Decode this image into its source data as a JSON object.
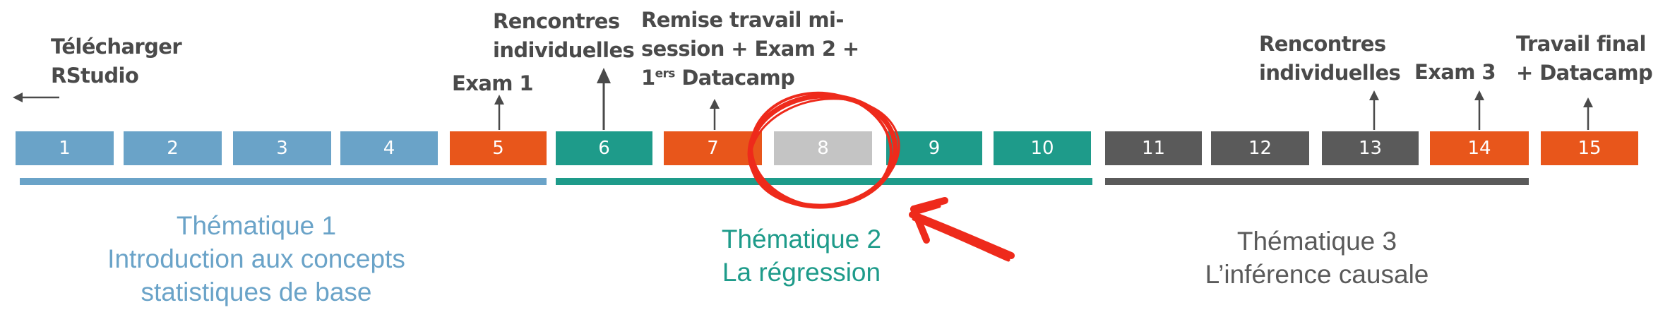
{
  "colors": {
    "blue": "#6aa3c8",
    "orange": "#e8561b",
    "teal": "#1e9b8a",
    "grey_dark": "#5a5a5a",
    "grey_light": "#c4c4c4",
    "text_dark": "#4a4a4a",
    "highlight_red": "#ee2a1b"
  },
  "timeline": {
    "weeks": [
      {
        "label": "1",
        "color": "blue"
      },
      {
        "label": "2",
        "color": "blue"
      },
      {
        "label": "3",
        "color": "blue"
      },
      {
        "label": "4",
        "color": "blue"
      },
      {
        "label": "5",
        "color": "orange"
      },
      {
        "label": "6",
        "color": "teal"
      },
      {
        "label": "7",
        "color": "orange"
      },
      {
        "label": "8",
        "color": "grey_light"
      },
      {
        "label": "9",
        "color": "teal"
      },
      {
        "label": "10",
        "color": "teal"
      },
      {
        "label": "11",
        "color": "grey_dark"
      },
      {
        "label": "12",
        "color": "grey_dark"
      },
      {
        "label": "13",
        "color": "grey_dark"
      },
      {
        "label": "14",
        "color": "orange"
      },
      {
        "label": "15",
        "color": "orange"
      }
    ]
  },
  "annotations": {
    "download": {
      "line1": "Télécharger",
      "line2": "RStudio"
    },
    "exam1": "Exam 1",
    "meetings_a": {
      "line1": "Rencontres",
      "line2": "individuelles"
    },
    "midterm": {
      "line1": "Remise travail mi-",
      "line2": "session + Exam 2 +",
      "line3_num": "1",
      "line3_sup": "ers",
      "line3_rest": " Datacamp"
    },
    "meetings_b": {
      "line1": "Rencontres",
      "line2": "individuelles"
    },
    "exam3": "Exam 3",
    "final": {
      "line1": "Travail final",
      "line2": "+ Datacamp"
    }
  },
  "themes": [
    {
      "line1": "Thématique 1",
      "line2": "Introduction aux concepts",
      "line3": "statistiques de base",
      "color": "#6aa3c8"
    },
    {
      "line1": "Thématique 2",
      "line2": "La régression",
      "color": "#1e9b8a"
    },
    {
      "line1": "Thématique 3",
      "line2": "L’inférence causale",
      "color": "#5a5a5a"
    }
  ]
}
